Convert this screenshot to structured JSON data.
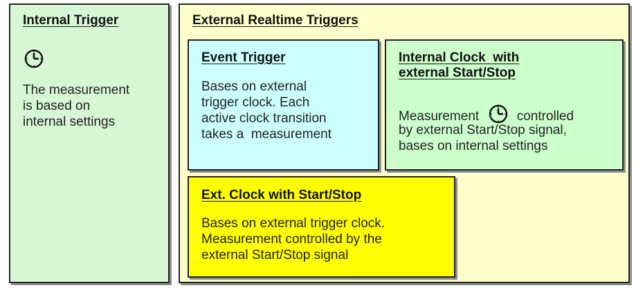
{
  "colors": {
    "internal_fill": "#d7f7d4",
    "external_fill": "#ffffcc",
    "event_fill": "#ccffff",
    "intclock_fill": "#ccffcc",
    "extclock_fill": "#ffff00",
    "border": "#222222"
  },
  "internal_trigger": {
    "title": "Internal Trigger",
    "icon": "clock-icon",
    "text": [
      "The measurement",
      "is based on",
      "internal settings"
    ]
  },
  "external_triggers": {
    "title": "External Realtime Triggers",
    "event_trigger": {
      "title": "Event Trigger",
      "text": [
        "Bases on external",
        "trigger clock. Each",
        "active clock transition",
        "takes a  measurement"
      ]
    },
    "internal_clock": {
      "title_lines": [
        "Internal Clock  with",
        "external Start/Stop"
      ],
      "text_prefix": "Measurement",
      "icon": "clock-icon",
      "text_suffix": "controlled",
      "text": [
        "by external Start/Stop signal,",
        "bases on internal settings"
      ]
    },
    "ext_clock": {
      "title": "Ext. Clock with Start/Stop",
      "text": [
        "Bases on external trigger clock.",
        "Measurement controlled by the",
        "external Start/Stop signal"
      ]
    }
  }
}
